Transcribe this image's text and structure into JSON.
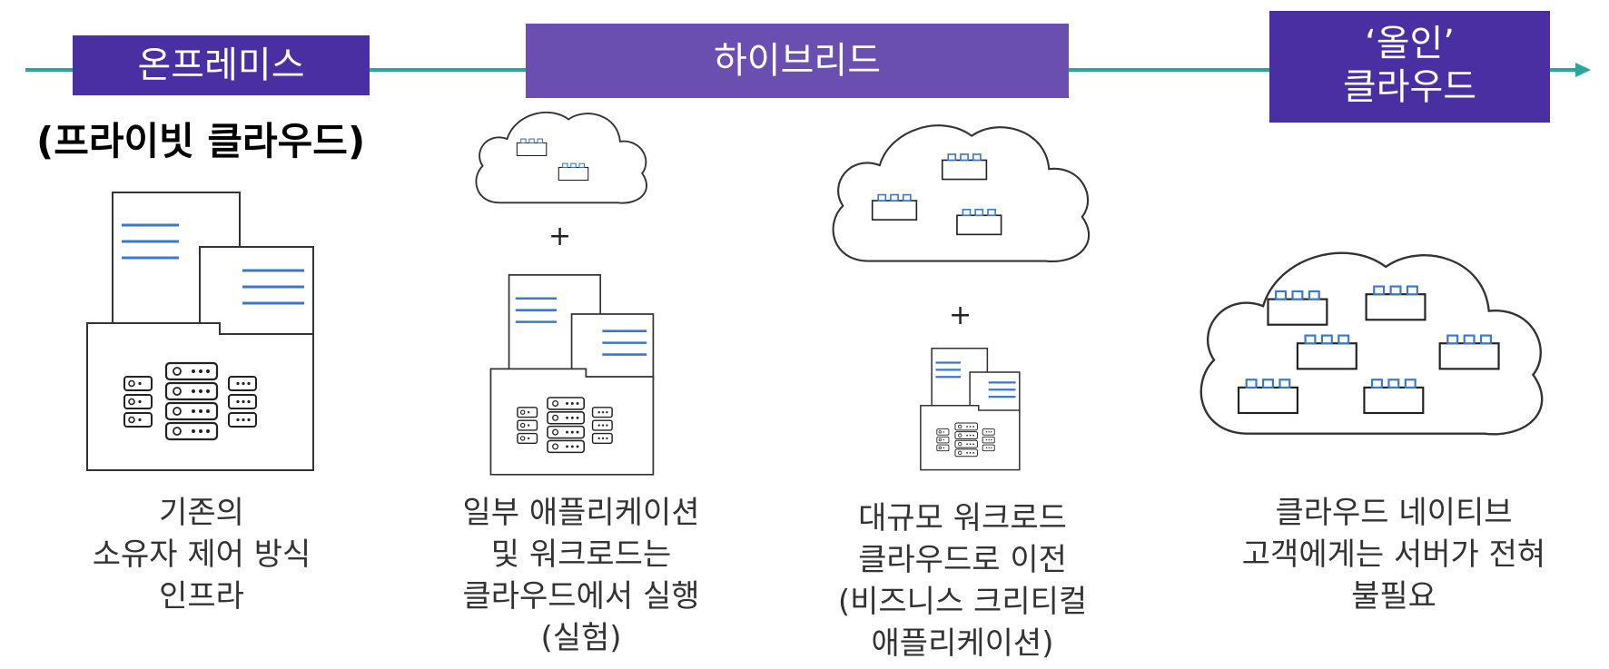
{
  "stages": {
    "onprem": {
      "label": "온프레미스",
      "sublabel": "(프라이빗 클라우드)",
      "caption": "기존의\n소유자 제어 방식\n인프라"
    },
    "hybrid": {
      "label": "하이브리드"
    },
    "hybrid_experiment": {
      "caption": "일부 애플리케이션\n및 워크로드는\n클라우드에서 실행\n(실험)"
    },
    "hybrid_migration": {
      "caption": "대규모 워크로드\n클라우드로 이전\n(비즈니스 크리티컬\n애플리케이션)"
    },
    "allin": {
      "label_line1": "‘올인’",
      "label_line2": "클라우드",
      "caption": "클라우드 네이티브\n고객에게는 서버가 전혀\n불필요"
    }
  },
  "plus_sign": "+",
  "colors": {
    "timeline": "#2aa6a0",
    "label_bg": "#4a2fa3",
    "hybrid_bg": "#6a4fb0",
    "doc_lines": "#3a78c9"
  },
  "icons": [
    "cloud-icon",
    "server-rack-icon",
    "document-icon",
    "plus-icon",
    "arrow-right-icon"
  ]
}
